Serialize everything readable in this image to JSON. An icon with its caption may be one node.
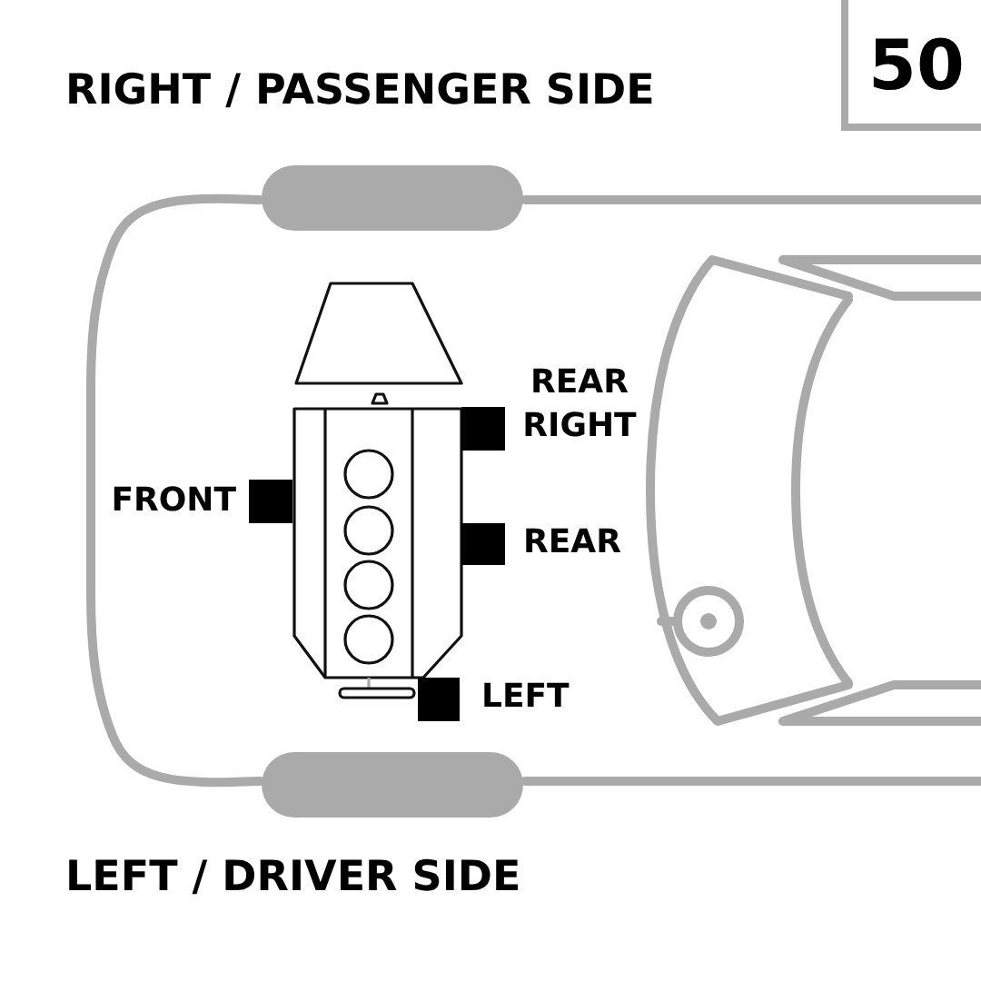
{
  "diagram": {
    "nodes": [
      {
        "text": [
          "50"
        ]
      },
      {
        "text": [],
        "shape": "box",
        "beside": [
          "REAR RIGHT"
        ]
      },
      {
        "text": [],
        "shape": "box",
        "beside": [
          "FRONT"
        ]
      },
      {
        "text": [],
        "shape": "box",
        "beside": [
          "REAR"
        ]
      },
      {
        "text": [],
        "shape": "box",
        "beside": [
          "LEFT"
        ]
      }
    ],
    "labels": [
      "RIGHT / PASSENGER SIDE",
      "LEFT / DRIVER SIDE"
    ]
  }
}
